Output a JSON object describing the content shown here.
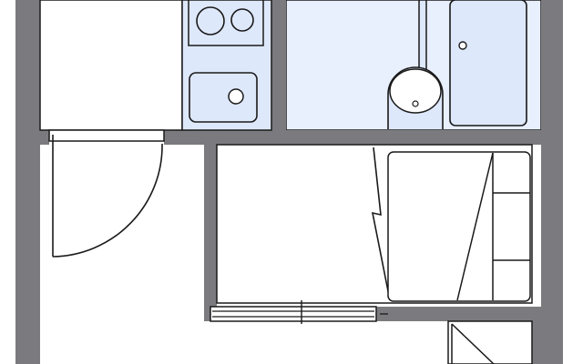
{
  "colors": {
    "wall": "#7b7b7f",
    "outline": "#1a1a1a",
    "fixture_fill": "#dee8fb",
    "wet_area_fill": "#e8effd",
    "floor": "#ffffff"
  },
  "fixtures": {
    "stove": {
      "burners": 2
    },
    "sink": {
      "basins": 1
    },
    "washbasin": {
      "count": 1
    },
    "bathtub": {
      "count": 1
    }
  },
  "doors": [
    "entrance-door",
    "closet-folding-door",
    "bathroom-door",
    "storage-door"
  ],
  "windows": [
    "sliding-window"
  ]
}
